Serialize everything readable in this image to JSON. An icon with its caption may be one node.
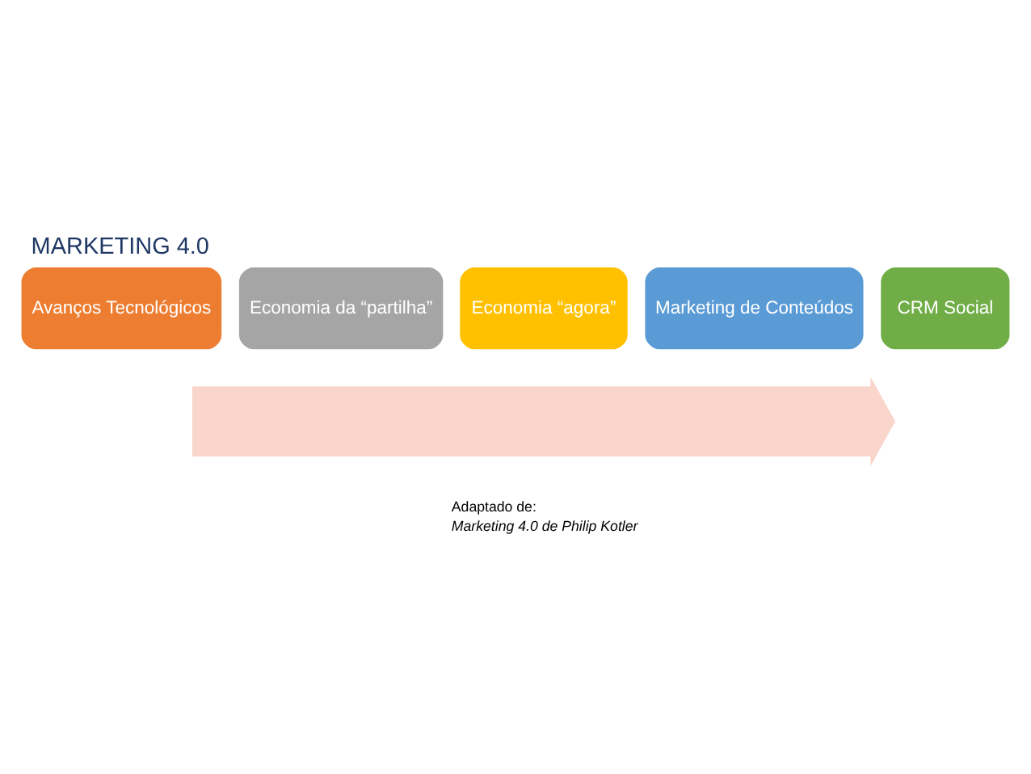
{
  "diagram": {
    "title": "MARKETING 4.0",
    "nodes": [
      {
        "text": [],
        "shape": "arrow"
      },
      {
        "text": [
          "Avanços Tecnológicos"
        ]
      },
      {
        "text": [
          "Economia da “partilha”"
        ]
      },
      {
        "text": [
          "Economia “agora”"
        ]
      },
      {
        "text": [
          "Marketing de Conteúdos"
        ]
      },
      {
        "text": [
          "CRM Social"
        ]
      }
    ],
    "edges": [],
    "labels": [
      "Adaptado de:",
      "Marketing 4.0 de Philip Kotler"
    ]
  }
}
